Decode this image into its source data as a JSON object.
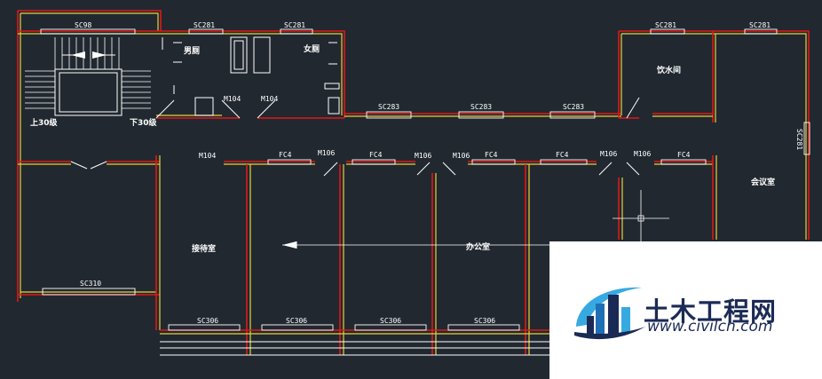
{
  "drawing": {
    "window_labels": {
      "stair_window": "SC98",
      "sc281": "SC281",
      "sc283": "SC283",
      "sc310": "SC310",
      "sc306": "SC306"
    },
    "door_labels": {
      "m104": "M104",
      "m106": "M106",
      "fc4": "FC4"
    },
    "rooms": {
      "mens_toilet": "男厕",
      "womens_toilet": "女厕",
      "pantry": "饮水间",
      "reception": "接待室",
      "office": "办公室",
      "meeting_room": "会议室",
      "stairs_up": "上30级",
      "stairs_down": "下30级"
    }
  },
  "watermark": {
    "title": "土木工程网",
    "url": "www.civilcn.com",
    "colors": {
      "dark": "#1b2a55",
      "light_blue": "#36a9e1",
      "blue": "#1f6fb5"
    }
  }
}
